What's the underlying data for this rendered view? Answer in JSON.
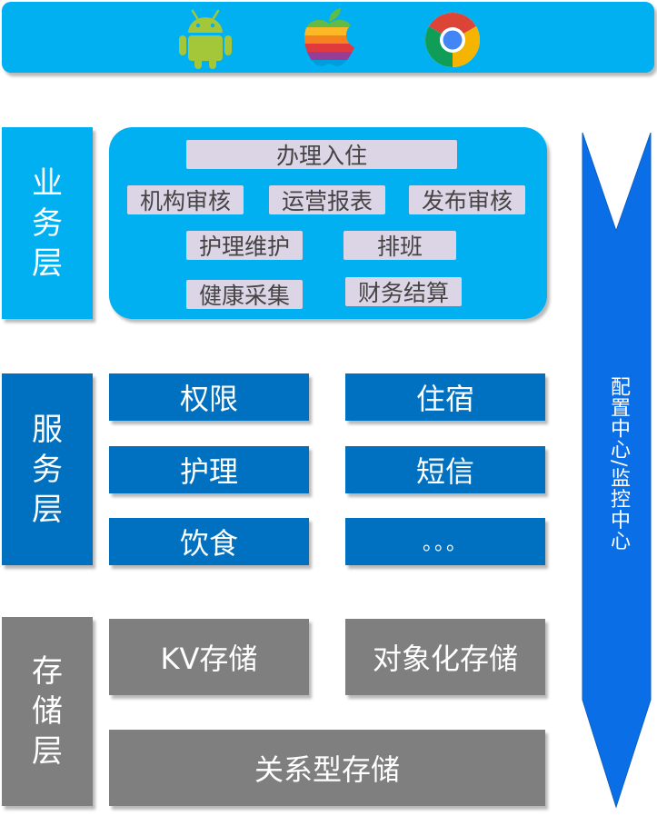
{
  "platforms": {
    "icons": [
      "android-icon",
      "apple-icon",
      "chrome-icon"
    ],
    "bar_color": "#00b0f0"
  },
  "layers": {
    "business": {
      "label": "业务层",
      "items": [
        "办理入住",
        "机构审核",
        "运营报表",
        "发布审核",
        "护理维护",
        "排班",
        "健康采集",
        "财务结算"
      ],
      "color": "#00b0f0",
      "item_color": "#dcd5e6"
    },
    "service": {
      "label": "服务层",
      "items": [
        "权限",
        "住宿",
        "护理",
        "短信",
        "饮食",
        "。。。"
      ],
      "color": "#0070c0"
    },
    "storage": {
      "label": "存储层",
      "items": [
        "KV存储",
        "对象化存储",
        "关系型存储"
      ],
      "color": "#7f7f7f"
    }
  },
  "side": {
    "label": "配置中心/监控中心",
    "color": "#0a6fe6"
  }
}
